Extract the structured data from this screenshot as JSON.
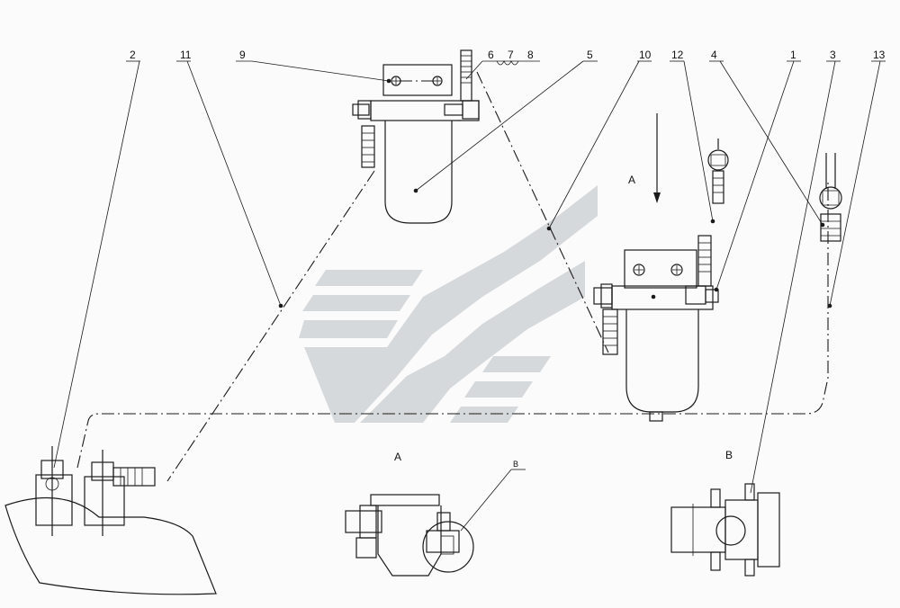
{
  "callouts": {
    "c2": "2",
    "c11a": "11",
    "c9": "9",
    "c6": "6",
    "c7": "7",
    "c8": "8",
    "c5": "5",
    "c10": "10",
    "c12": "12",
    "c4": "4",
    "c1": "1",
    "c3": "3",
    "c13": "13"
  },
  "views": {
    "arrow_label": "A",
    "view_a_label": "A",
    "detail_b_label": "B",
    "view_b_label": "B"
  }
}
